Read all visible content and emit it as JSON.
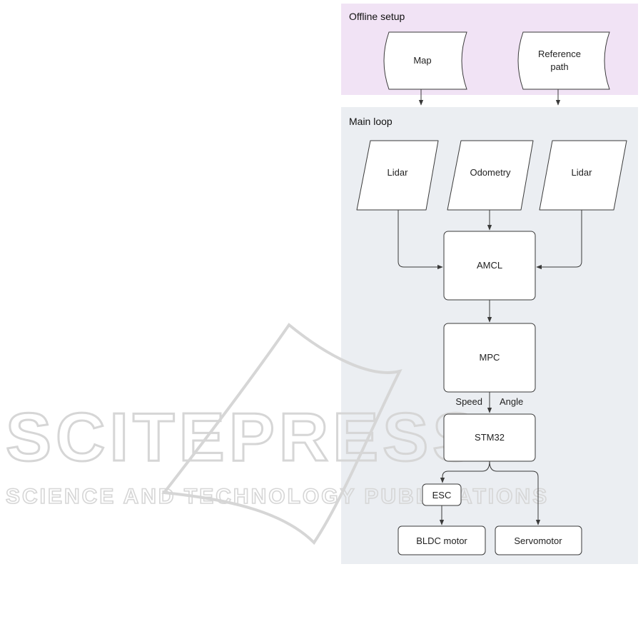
{
  "sections": {
    "offline_title": "Offline setup",
    "main_title": "Main loop"
  },
  "nodes": {
    "map": "Map",
    "reference_path_line1": "Reference",
    "reference_path_line2": "path",
    "lidar_left": "Lidar",
    "odometry": "Odometry",
    "lidar_right": "Lidar",
    "amcl": "AMCL",
    "mpc": "MPC",
    "stm32": "STM32",
    "esc": "ESC",
    "bldc_motor": "BLDC motor",
    "servomotor": "Servomotor"
  },
  "edge_labels": {
    "speed": "Speed",
    "angle": "Angle"
  },
  "watermark": {
    "main": "SCITEPRESS",
    "sub": "SCIENCE AND TECHNOLOGY PUBLICATIONS"
  },
  "colors": {
    "offline_bg": "#f1e3f5",
    "main_bg": "#ebeef2",
    "node_fill": "#ffffff",
    "stroke": "#3a3a3a",
    "watermark": "#d6d6d6"
  }
}
